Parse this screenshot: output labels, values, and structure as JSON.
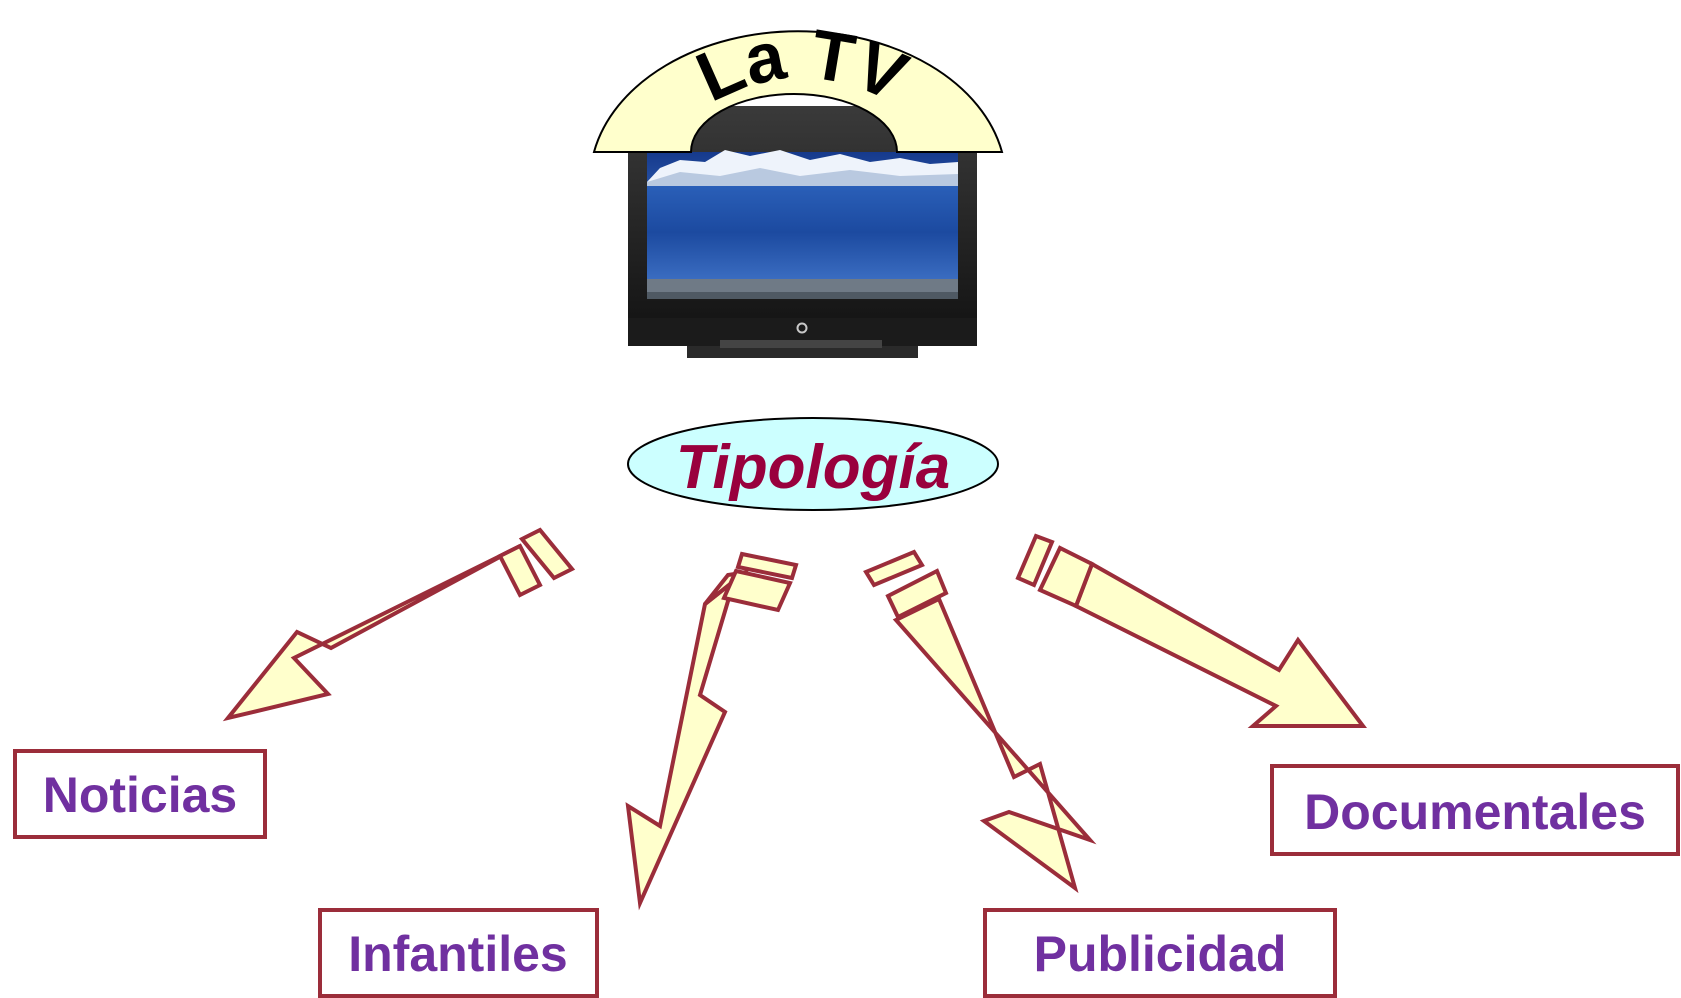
{
  "title": "La TV",
  "center_label": "Tipología",
  "categories": [
    {
      "label": "Noticias"
    },
    {
      "label": "Infantiles"
    },
    {
      "label": "Publicidad"
    },
    {
      "label": "Documentales"
    }
  ],
  "colors": {
    "arrow_fill": "#ffffcc",
    "arrow_stroke": "#9b2d3a",
    "box_stroke": "#9b2d3a",
    "category_text": "#7030a0",
    "center_text": "#99003d",
    "ellipse_fill": "#ccffff",
    "arch_fill": "#ffffcc",
    "title_text": "#000000"
  },
  "icons": {
    "tv": "television-icon"
  }
}
